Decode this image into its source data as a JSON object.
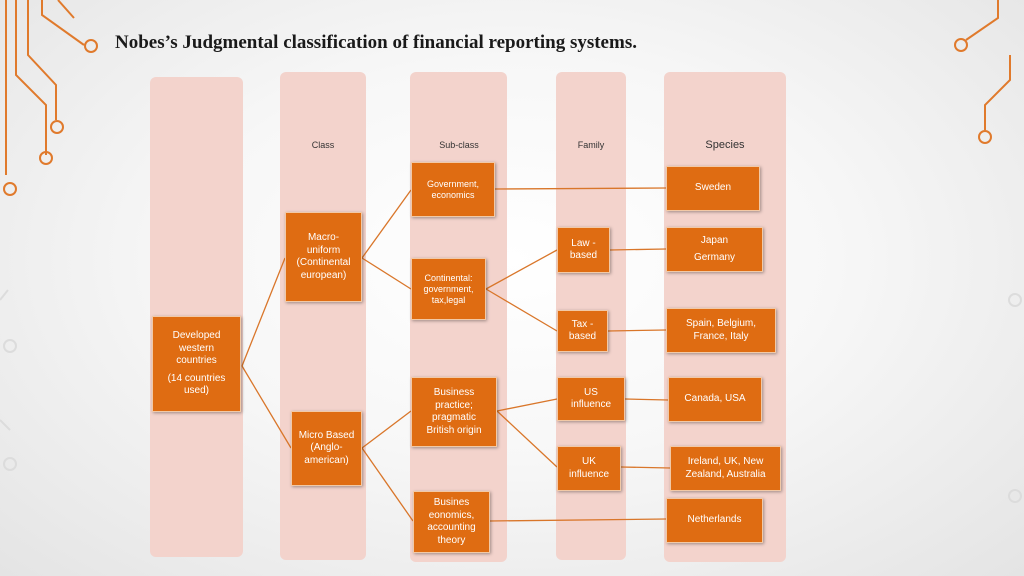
{
  "title": "Nobes’s Judgmental classification of financial reporting systems.",
  "headers": {
    "class": "Class",
    "subclass": "Sub-class",
    "family": "Family",
    "species": "Species"
  },
  "nodes": {
    "root": [
      "Developed",
      "western",
      "countries",
      "(14 countries",
      "used)"
    ],
    "macro": [
      "Macro-",
      "uniform",
      "(Continental",
      "european)"
    ],
    "micro": [
      "Micro Based",
      "(Anglo-",
      "american)"
    ],
    "gov_econ": [
      "Government,",
      "economics"
    ],
    "continental": [
      "Continental:",
      "government,",
      "tax,legal"
    ],
    "business": [
      "Business",
      "practice;",
      "pragmatic",
      "British origin"
    ],
    "busines_econ": [
      "Busines",
      "eonomics,",
      "accounting",
      "theory"
    ],
    "law": [
      "Law -",
      "based"
    ],
    "tax": [
      "Tax -",
      "based"
    ],
    "us": [
      "US",
      "influence"
    ],
    "uk": [
      "UK",
      "influence"
    ],
    "sweden": [
      "Sweden"
    ],
    "japan": [
      "Japan",
      "Germany"
    ],
    "spain": [
      "Spain, Belgium,",
      "France, Italy"
    ],
    "canada": [
      "Canada, USA"
    ],
    "ireland": [
      "Ireland, UK, New",
      "Zealand, Australia"
    ],
    "netherlands": [
      "Netherlands"
    ]
  },
  "colors": {
    "box": "#df6c12",
    "column": "#f3d3cc",
    "line": "#d9762a",
    "deco": "#e07a2c"
  }
}
